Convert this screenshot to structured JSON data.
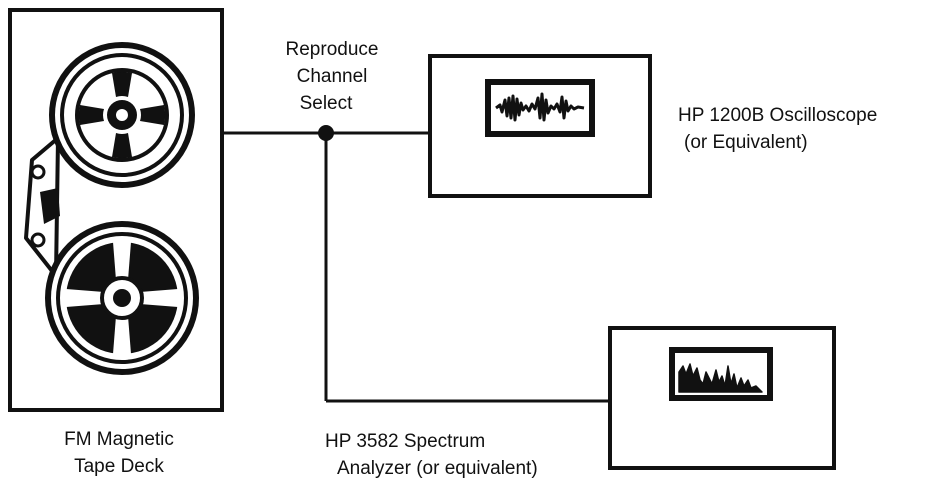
{
  "colors": {
    "ink": "#111111",
    "paper": "#ffffff",
    "screen": "#ffffff"
  },
  "icons": {
    "deck": "reel-to-reel-tape-deck-icon",
    "scope": "oscilloscope-waveform-icon",
    "analyzer": "spectrum-display-icon"
  },
  "tape_deck": {
    "label_line1": "FM Magnetic",
    "label_line2": "Tape Deck"
  },
  "selector": {
    "label_line1": "Reproduce",
    "label_line2": "Channel",
    "label_line3": "Select"
  },
  "oscilloscope": {
    "label_line1": "HP 1200B Oscilloscope",
    "label_line2": "(or Equivalent)"
  },
  "spectrum_analyzer": {
    "label_line1": "HP 3582 Spectrum",
    "label_line2": "Analyzer (or equivalent)"
  }
}
